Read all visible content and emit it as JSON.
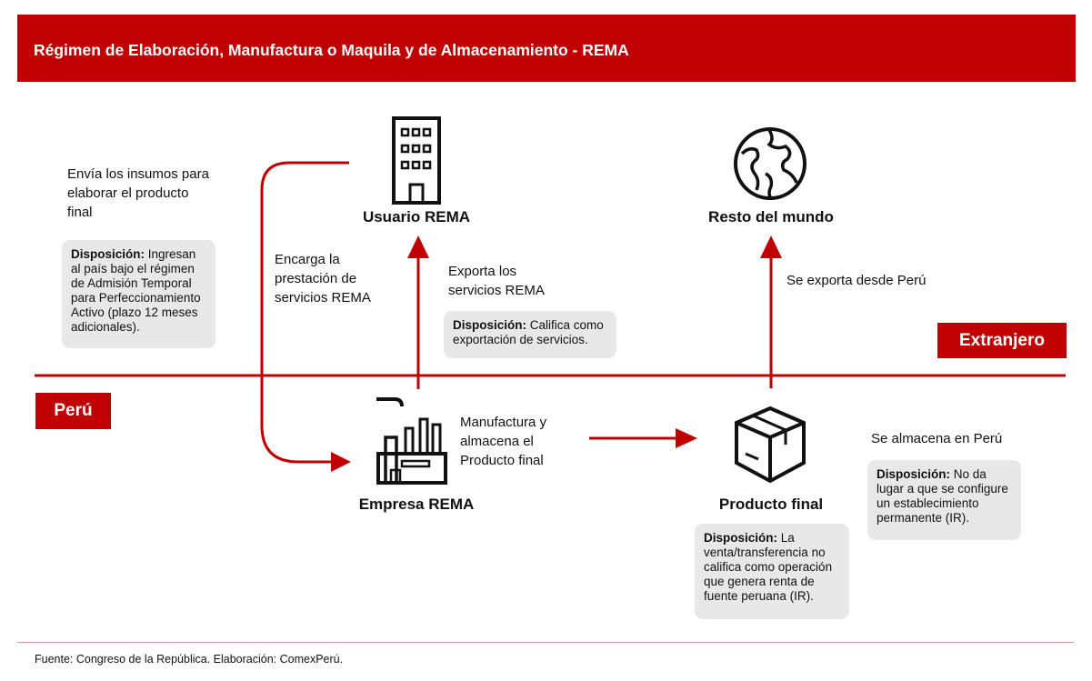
{
  "header": {
    "title": "Régimen de Elaboración, Manufactura o Maquila y de Almacenamiento - REMA"
  },
  "regions": {
    "abroad": "Extranjero",
    "peru": "Perú"
  },
  "nodes": {
    "usuario": "Usuario REMA",
    "resto": "Resto del mundo",
    "empresa": "Empresa REMA",
    "producto": "Producto final"
  },
  "texts": {
    "envia": "Envía los insumos para elaborar el producto final",
    "encarga": "Encarga la prestación de servicios REMA",
    "exporta_servicios": "Exporta los servicios REMA",
    "se_exporta": "Se exporta desde Perú",
    "manufactura": "Manufactura y almacena el Producto final",
    "se_almacena": "Se almacena en Perú"
  },
  "boxes": {
    "label": "Disposición:",
    "insumos": "Ingresan al país bajo el régimen de Admisión Temporal para Perfeccionamiento Activo (plazo 12 meses adicionales).",
    "servicios": "Califica como exportación de servicios.",
    "almacena": "No da lugar a que se configure un establecimiento permanente (IR).",
    "venta": "La venta/transferencia no califica como operación que genera renta de fuente peruana (IR)."
  },
  "footer": {
    "source": "Fuente: Congreso de la República. Elaboración: ComexPerú."
  },
  "colors": {
    "accent": "#c00000",
    "box": "#e8e8e8"
  },
  "icons": [
    "building-icon",
    "globe-icon",
    "factory-icon",
    "box-icon"
  ]
}
